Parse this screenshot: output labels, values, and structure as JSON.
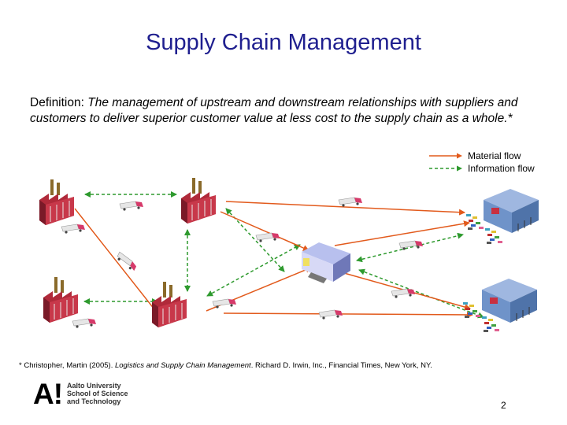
{
  "slide": {
    "title": "Supply Chain Management",
    "definition_label": "Definition:",
    "definition_body": " The management of upstream and downstream relationships with suppliers and customers to deliver superior customer value at less cost to the supply chain as a whole.*",
    "page_number": "2"
  },
  "legend": {
    "material_flow": "Material flow",
    "information_flow": "Information flow"
  },
  "footnote": {
    "author": "* Christopher, Martin (2005). ",
    "book_title": "Logistics and Supply Chain Management",
    "publisher": ". Richard D. Irwin, Inc., Financial Times, New York, NY."
  },
  "logo": {
    "mark": "A!",
    "line1": "Aalto University",
    "line2": "School of Science",
    "line3": "and Technology"
  },
  "colors": {
    "title": "#1f1f8f",
    "material_flow": "#e25a1c",
    "information_flow": "#2e9a2e",
    "factory": "#b02a3a",
    "warehouse": "#8c97d6",
    "store": "#6f93c9"
  }
}
